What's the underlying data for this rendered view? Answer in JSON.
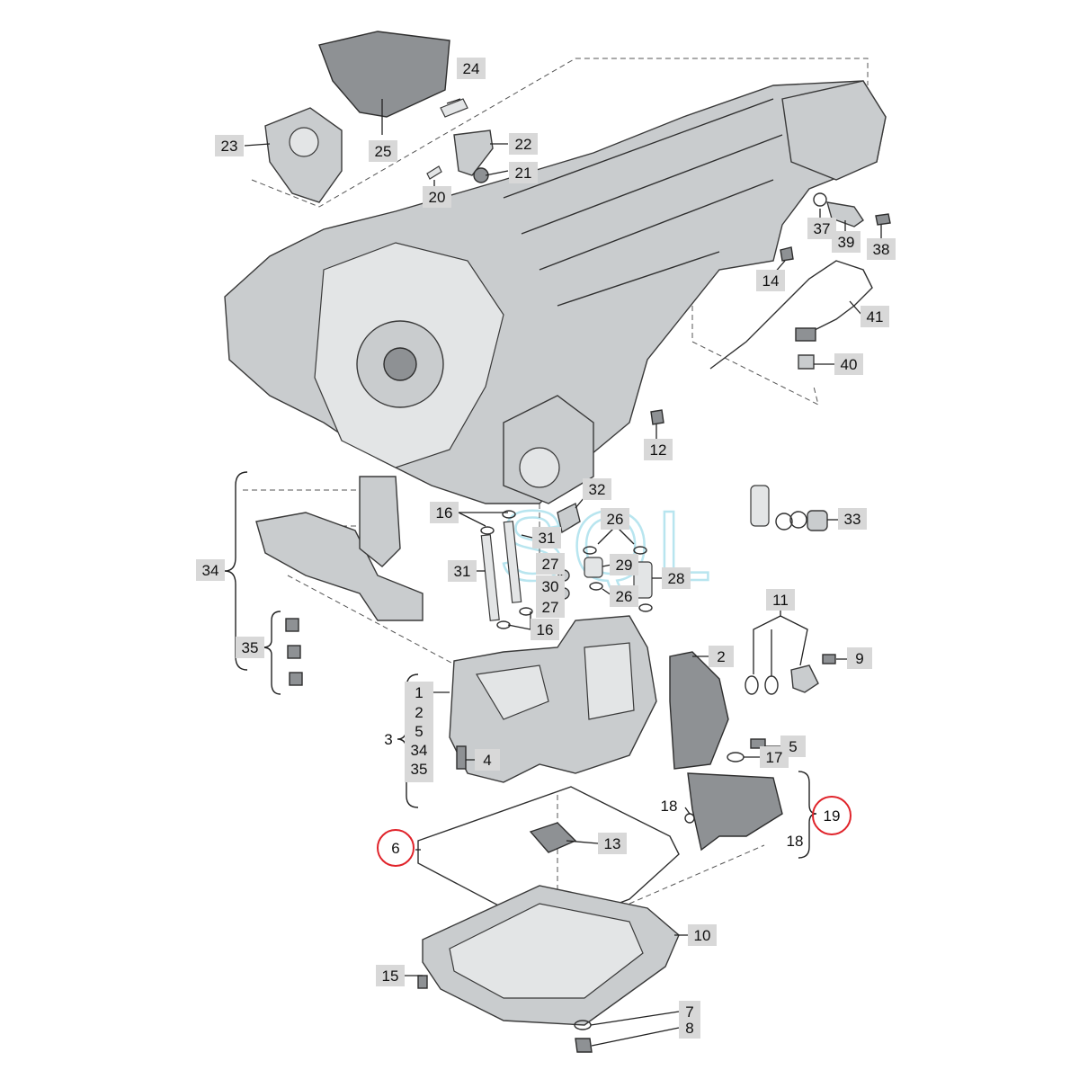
{
  "watermark": "SQL",
  "labels": [
    {
      "id": "24",
      "text": "24"
    },
    {
      "id": "23",
      "text": "23"
    },
    {
      "id": "25",
      "text": "25"
    },
    {
      "id": "22",
      "text": "22"
    },
    {
      "id": "21",
      "text": "21"
    },
    {
      "id": "20",
      "text": "20"
    },
    {
      "id": "37",
      "text": "37"
    },
    {
      "id": "39",
      "text": "39"
    },
    {
      "id": "38",
      "text": "38"
    },
    {
      "id": "14",
      "text": "14"
    },
    {
      "id": "41",
      "text": "41"
    },
    {
      "id": "40",
      "text": "40"
    },
    {
      "id": "12",
      "text": "12"
    },
    {
      "id": "32",
      "text": "32"
    },
    {
      "id": "16a",
      "text": "16"
    },
    {
      "id": "31a",
      "text": "31"
    },
    {
      "id": "26a",
      "text": "26"
    },
    {
      "id": "33",
      "text": "33"
    },
    {
      "id": "34",
      "text": "34"
    },
    {
      "id": "31b",
      "text": "31"
    },
    {
      "id": "27a",
      "text": "27"
    },
    {
      "id": "29",
      "text": "29"
    },
    {
      "id": "30",
      "text": "30"
    },
    {
      "id": "28",
      "text": "28"
    },
    {
      "id": "27b",
      "text": "27"
    },
    {
      "id": "26b",
      "text": "26"
    },
    {
      "id": "16b",
      "text": "16"
    },
    {
      "id": "11",
      "text": "11"
    },
    {
      "id": "35",
      "text": "35"
    },
    {
      "id": "2",
      "text": "2"
    },
    {
      "id": "9",
      "text": "9"
    },
    {
      "id": "5",
      "text": "5"
    },
    {
      "id": "4",
      "text": "4"
    },
    {
      "id": "17",
      "text": "17"
    },
    {
      "id": "19",
      "text": "19"
    },
    {
      "id": "18a",
      "text": "18"
    },
    {
      "id": "18b",
      "text": "18"
    },
    {
      "id": "6",
      "text": "6"
    },
    {
      "id": "13",
      "text": "13"
    },
    {
      "id": "10",
      "text": "10"
    },
    {
      "id": "15",
      "text": "15"
    },
    {
      "id": "7",
      "text": "7"
    },
    {
      "id": "8",
      "text": "8"
    },
    {
      "id": "3",
      "text": "3"
    }
  ],
  "group3": [
    "1",
    "2",
    "5",
    "34",
    "35"
  ]
}
